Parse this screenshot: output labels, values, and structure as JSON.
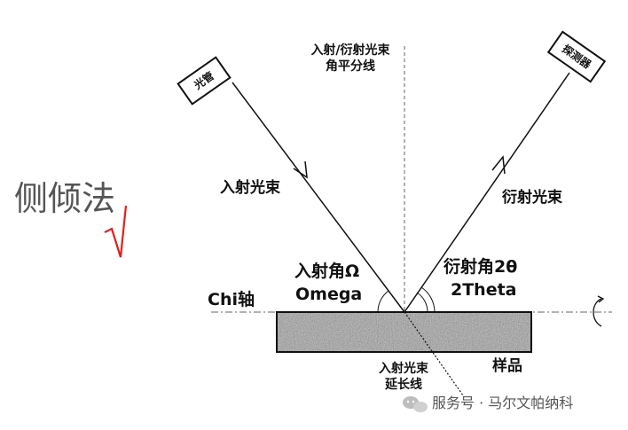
{
  "labels": {
    "bisector_line1": "入射/衍射光束",
    "bisector_line2": "角平分线",
    "tube": "光管",
    "detector": "探测器",
    "method": "侧倾法",
    "check": "√",
    "incident_beam": "入射光束",
    "diffracted_beam": "衍射光束",
    "incident_angle_cn": "入射角Ω",
    "incident_angle_en": "Omega",
    "diffraction_angle_cn": "衍射角2θ",
    "diffraction_angle_en": "2Theta",
    "chi_axis": "Chi轴",
    "sample": "样品",
    "extension_line1": "入射光束",
    "extension_line2": "延长线",
    "watermark": "服务号 · 马尔文帕纳科"
  },
  "colors": {
    "check_mark": "#e0201f",
    "line": "#111111",
    "muted_text": "#555555",
    "sample_fill": "#9a9a9a"
  }
}
